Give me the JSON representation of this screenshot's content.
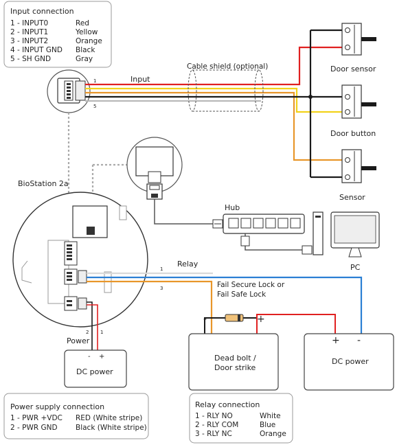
{
  "legends": {
    "input": {
      "title": "Input connection",
      "rows": [
        {
          "pin": "1 - INPUT0",
          "color": "Red"
        },
        {
          "pin": "2 - INPUT1",
          "color": "Yellow"
        },
        {
          "pin": "3 - INPUT2",
          "color": "Orange"
        },
        {
          "pin": "4 - INPUT GND",
          "color": "Black"
        },
        {
          "pin": "5 - SH GND",
          "color": "Gray"
        }
      ]
    },
    "power": {
      "title": "Power supply connection",
      "rows": [
        {
          "pin": "1 - PWR +VDC",
          "color": "RED (White stripe)"
        },
        {
          "pin": "2 - PWR GND",
          "color": "Black (White stripe)"
        }
      ]
    },
    "relay": {
      "title": "Relay connection",
      "rows": [
        {
          "pin": "1 - RLY NO",
          "color": "White"
        },
        {
          "pin": "2 - RLY COM",
          "color": "Blue"
        },
        {
          "pin": "3 - RLY NC",
          "color": "Orange"
        }
      ]
    }
  },
  "labels": {
    "input": "Input",
    "cable_shield": "Cable shield (optional)",
    "door_sensor": "Door sensor",
    "door_button": "Door button",
    "sensor": "Sensor",
    "device": "BioStation 2a",
    "hub": "Hub",
    "pc": "PC",
    "relay": "Relay",
    "lock_line1": "Fail Secure Lock or",
    "lock_line2": "Fail Safe Lock",
    "power": "Power",
    "dc_power_left": "DC power",
    "dc_power_right": "DC power",
    "deadbolt_line1": "Dead bolt /",
    "deadbolt_line2": "Door strike",
    "pin_1": "1",
    "pin_5": "5",
    "relay_pin_1": "1",
    "relay_pin_3": "3",
    "power_pin_2": "2",
    "power_pin_1": "1",
    "minus": "-",
    "plus": "+"
  },
  "colors": {
    "red": "#e02020",
    "yellow": "#f2d21a",
    "orange": "#e8962a",
    "black": "#1a1a1a",
    "gray": "#b9b9b9",
    "blue": "#2a7fd4",
    "white_wire": "#d9d9d9",
    "dotted": "#aaaaaa"
  },
  "icons": {
    "connector": "connector-icon",
    "switch": "switch-icon",
    "hub": "network-hub-icon",
    "pc": "computer-icon",
    "rj45": "rj45-plug-icon",
    "diode": "diode-icon"
  }
}
